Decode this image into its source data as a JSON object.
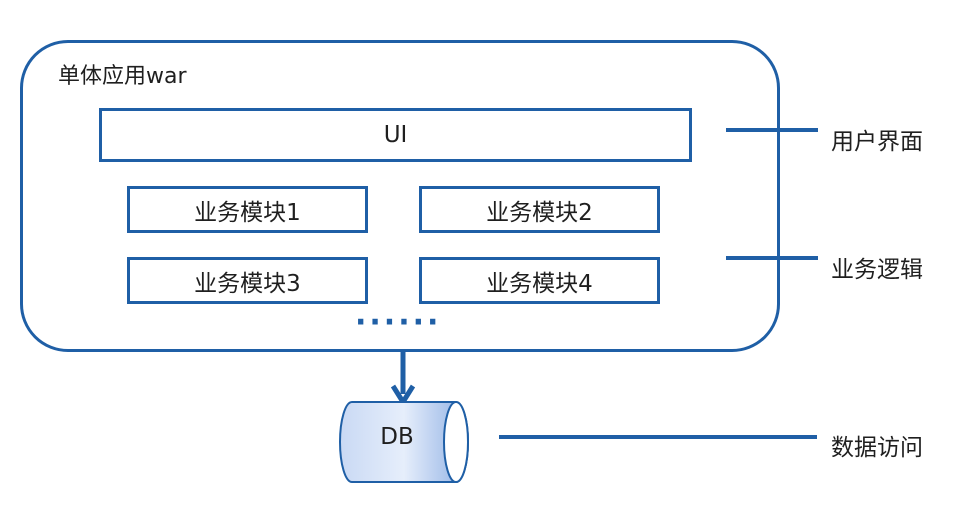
{
  "monolith": {
    "title": "单体应用war",
    "ui_box": "UI",
    "modules": [
      "业务模块1",
      "业务模块2",
      "业务模块3",
      "业务模块4"
    ],
    "ellipsis": "······"
  },
  "database": {
    "label": "DB"
  },
  "layers": {
    "ui": "用户界面",
    "business": "业务逻辑",
    "data": "数据访问"
  },
  "colors": {
    "border": "#1f5fa6",
    "db_fill_light": "#e6eefb",
    "db_fill_dark": "#8fb0e4"
  }
}
